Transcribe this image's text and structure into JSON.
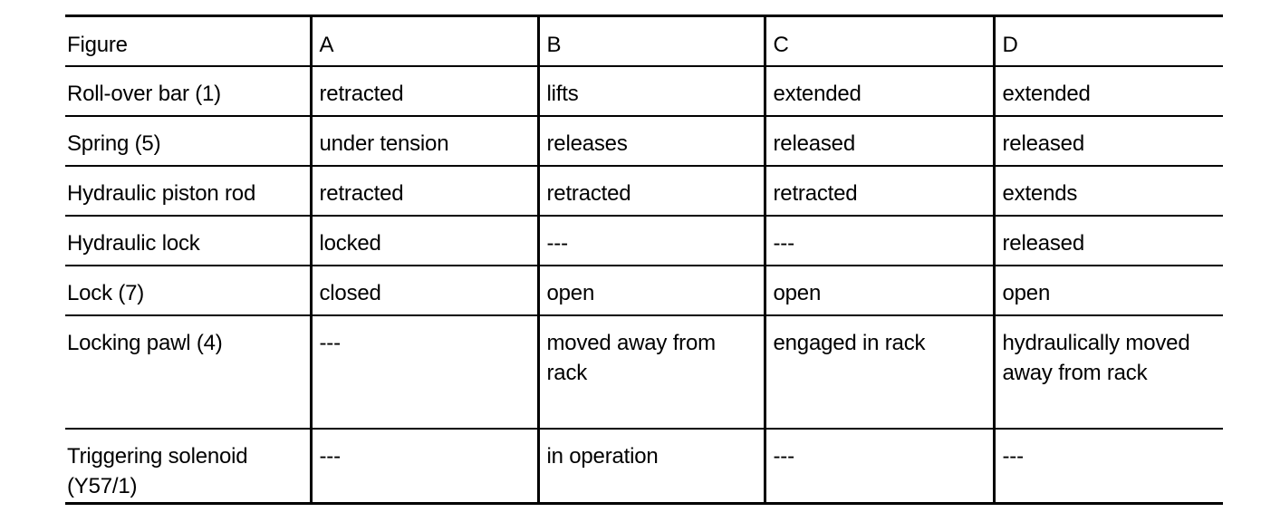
{
  "table": {
    "header": [
      "Figure",
      "A",
      "B",
      "C",
      "D"
    ],
    "rows": [
      [
        "Roll-over bar (1)",
        "retracted",
        "lifts",
        "extended",
        "extended"
      ],
      [
        "Spring (5)",
        "under tension",
        "releases",
        "released",
        "released"
      ],
      [
        "Hydraulic piston rod",
        "retracted",
        "retracted",
        "retracted",
        "extends"
      ],
      [
        "Hydraulic lock",
        "locked",
        "---",
        "---",
        "released"
      ],
      [
        "Lock (7)",
        "closed",
        "open",
        "open",
        "open"
      ],
      [
        "Locking pawl (4)",
        "---",
        "moved away from rack",
        "engaged in rack",
        "hydraulically moved away from rack"
      ],
      [
        "Triggering solenoid (Y57/1)",
        "---",
        "in operation",
        "---",
        "---"
      ]
    ]
  }
}
